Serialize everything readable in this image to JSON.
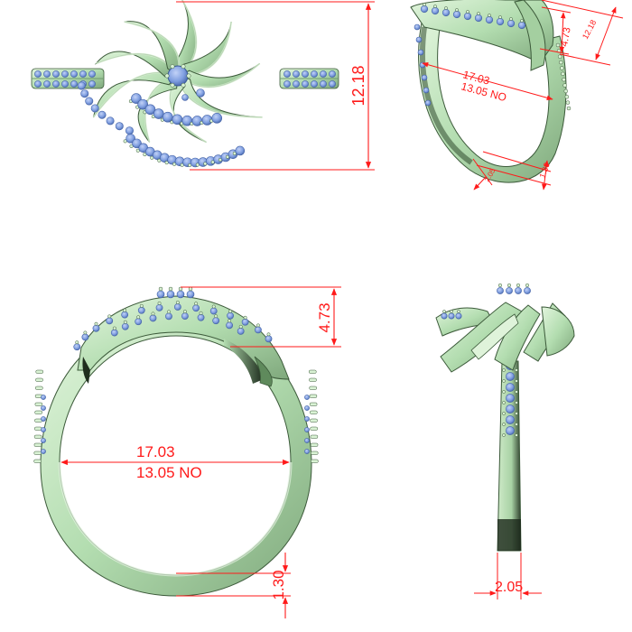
{
  "colors": {
    "metal": "#b3ddb0",
    "metal_light": "#d9f2d4",
    "metal_dark": "#6f9a6c",
    "metal_edge": "#3c5a3a",
    "stone": "#7f9ee0",
    "stone_dark": "#4564a8",
    "dimension": "#ff1a1a",
    "background": "#ffffff"
  },
  "views": {
    "top": {
      "height_dim": "12.18"
    },
    "perspective": {
      "dim_diameter": "17.03",
      "dim_size": "13.05 NO",
      "dim_head": "4.73",
      "dim_height": "12.18",
      "dim_band_width": "2.05",
      "dim_band_thickness": "1.30"
    },
    "front": {
      "dim_head": "4.73",
      "dim_diameter": "17.03",
      "dim_size": "13.05 NO",
      "dim_thickness": "1.30"
    },
    "side": {
      "dim_width": "2.05"
    }
  }
}
